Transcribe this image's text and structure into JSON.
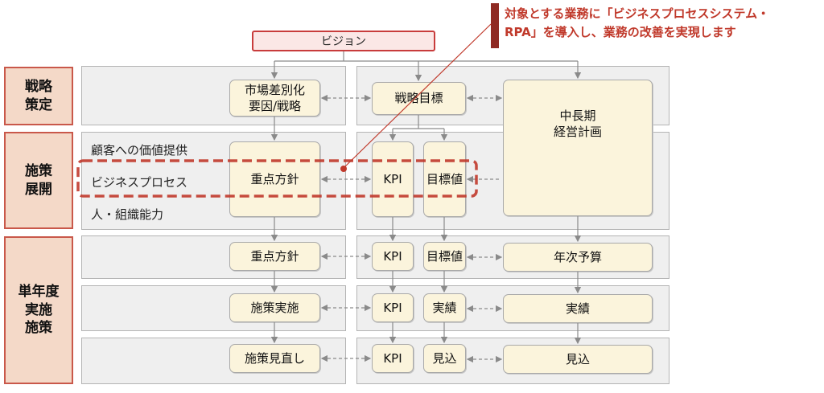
{
  "vision": "ビジョン",
  "callout": {
    "line1": "対象とする業務に「ビジネスプロセスシステム・",
    "line2": "RPA」を導入し、業務の改善を実現します"
  },
  "row_labels": {
    "strategy": [
      "戦略",
      "策定"
    ],
    "policy": [
      "施策",
      "展開"
    ],
    "annual": [
      "単年度",
      "実施",
      "施策"
    ]
  },
  "left_texts": {
    "customer_value": "顧客への価値提供",
    "business_process": "ビジネスプロセス",
    "org_capability": "人・組織能力"
  },
  "boxes": {
    "market_diff": [
      "市場差別化",
      "要因/戦略"
    ],
    "strategic_goal": "戦略目標",
    "mid_long_plan": [
      "中長期",
      "経営計画"
    ],
    "focus_policy_1": "重点方針",
    "kpi_1": "KPI",
    "target_1": "目標値",
    "focus_policy_2": "重点方針",
    "kpi_2": "KPI",
    "target_2": "目標値",
    "annual_budget": "年次予算",
    "implementation": "施策実施",
    "kpi_3": "KPI",
    "actual_small": "実績",
    "actual_big": "実績",
    "review": "施策見直し",
    "kpi_4": "KPI",
    "forecast_small": "見込",
    "forecast_big": "見込"
  },
  "colors": {
    "accent_red": "#c0392b",
    "callout_tab": "#8f2a23",
    "label_fill": "#f4d9c8",
    "box_fill": "#fbf4dc",
    "band_fill": "#efefef"
  }
}
